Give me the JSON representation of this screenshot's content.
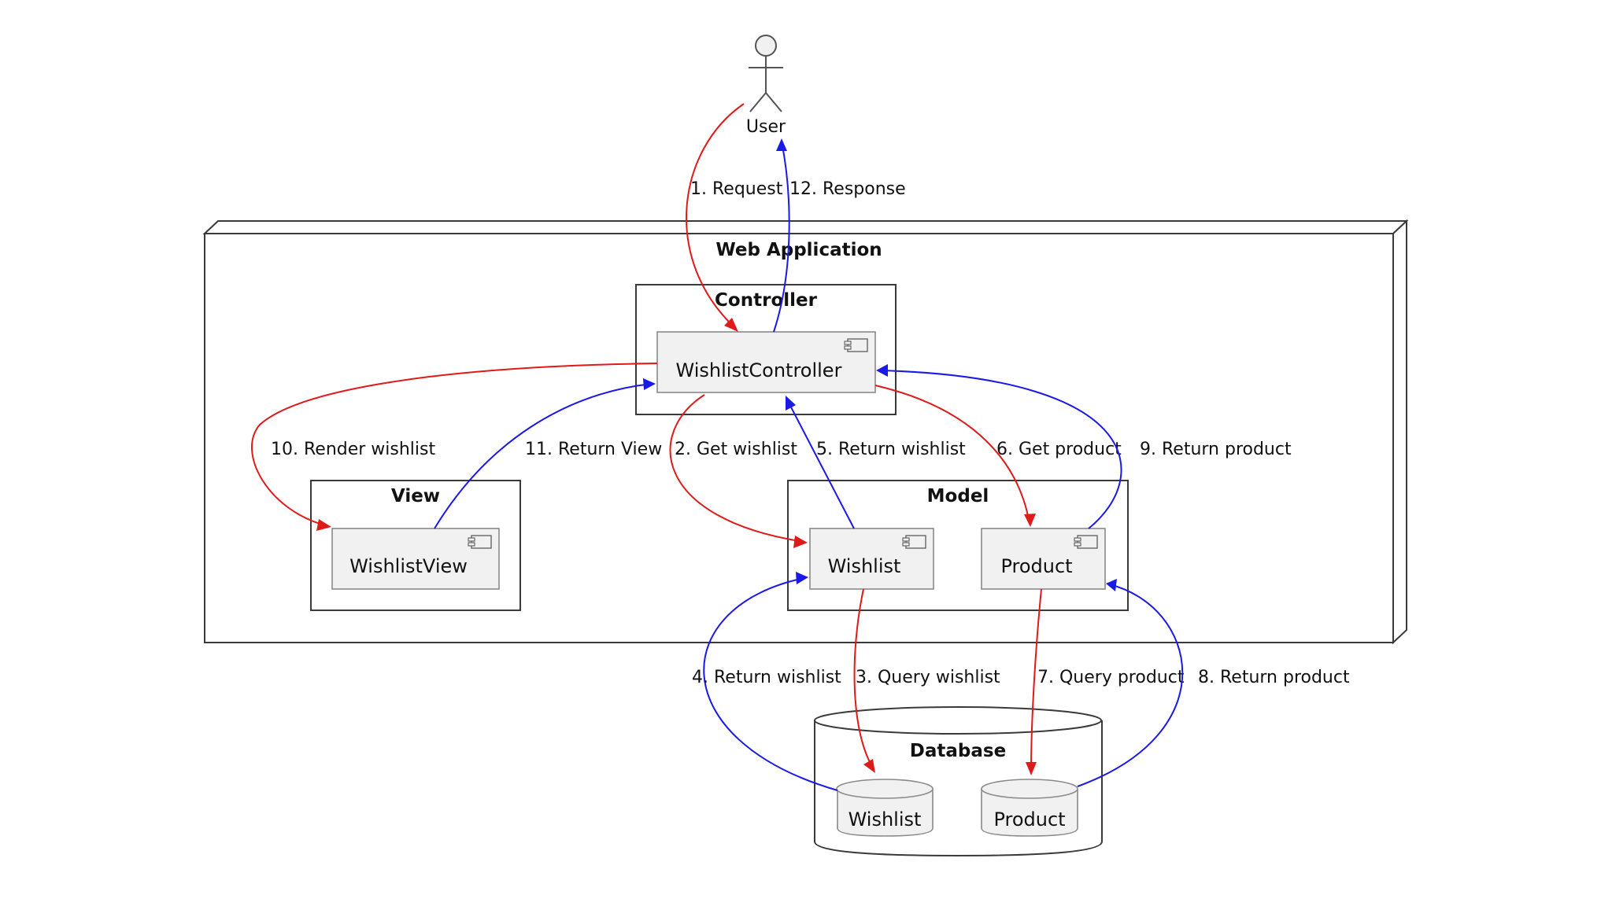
{
  "actor": {
    "label": "User"
  },
  "containers": {
    "web_app": "Web Application",
    "controller": "Controller",
    "view": "View",
    "model": "Model",
    "database": "Database"
  },
  "components": {
    "wishlist_controller": "WishlistController",
    "wishlist_view": "WishlistView",
    "wishlist": "Wishlist",
    "product": "Product",
    "db_wishlist": "Wishlist",
    "db_product": "Product"
  },
  "edges": {
    "e1": "1. Request",
    "e2": "2. Get wishlist",
    "e3": "3. Query wishlist",
    "e4": "4. Return wishlist",
    "e5": "5. Return wishlist",
    "e6": "6. Get product",
    "e7": "7. Query product",
    "e8": "8. Return product",
    "e9": "9. Return product",
    "e10": "10. Render wishlist",
    "e11": "11. Return View",
    "e12": "12. Response"
  },
  "colors": {
    "request_arrow": "#e01919",
    "response_arrow": "#1a1ae6"
  }
}
